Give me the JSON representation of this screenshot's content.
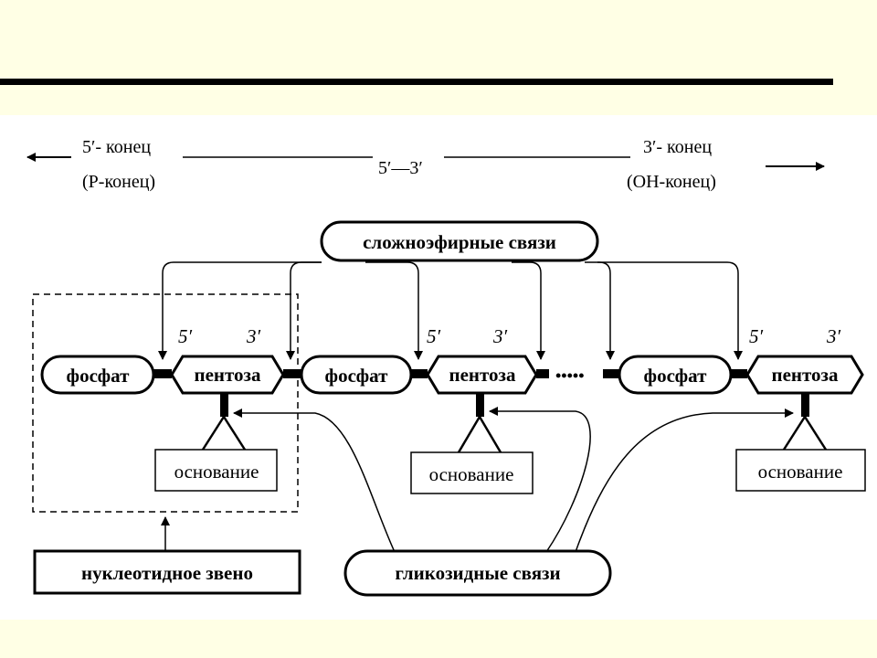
{
  "slide": {
    "background": "#ffffe5",
    "panel_background": "#ffffff"
  },
  "header": {
    "left_end_line1": "5′- конец",
    "left_end_line2": "(Р-конец)",
    "center_direction": "5′—3′",
    "right_end_line1": "3′- конец",
    "right_end_line2": "(ОН-конец)"
  },
  "labels": {
    "ester_bonds": "сложноэфирные связи",
    "glycosidic_bonds": "гликозидные связи",
    "nucleotide_unit": "нуклеотидное звено",
    "dots": "•••••"
  },
  "chain": {
    "units": [
      {
        "phosphate": "фосфат",
        "pentose": "пентоза",
        "base": "основание",
        "prime5": "5′",
        "prime3": "3′"
      },
      {
        "phosphate": "фосфат",
        "pentose": "пентоза",
        "base": "основание",
        "prime5": "5′",
        "prime3": "3′"
      },
      {
        "phosphate": "фосфат",
        "pentose": "пентоза",
        "base": "основание",
        "prime5": "5′",
        "prime3": "3′"
      }
    ]
  }
}
